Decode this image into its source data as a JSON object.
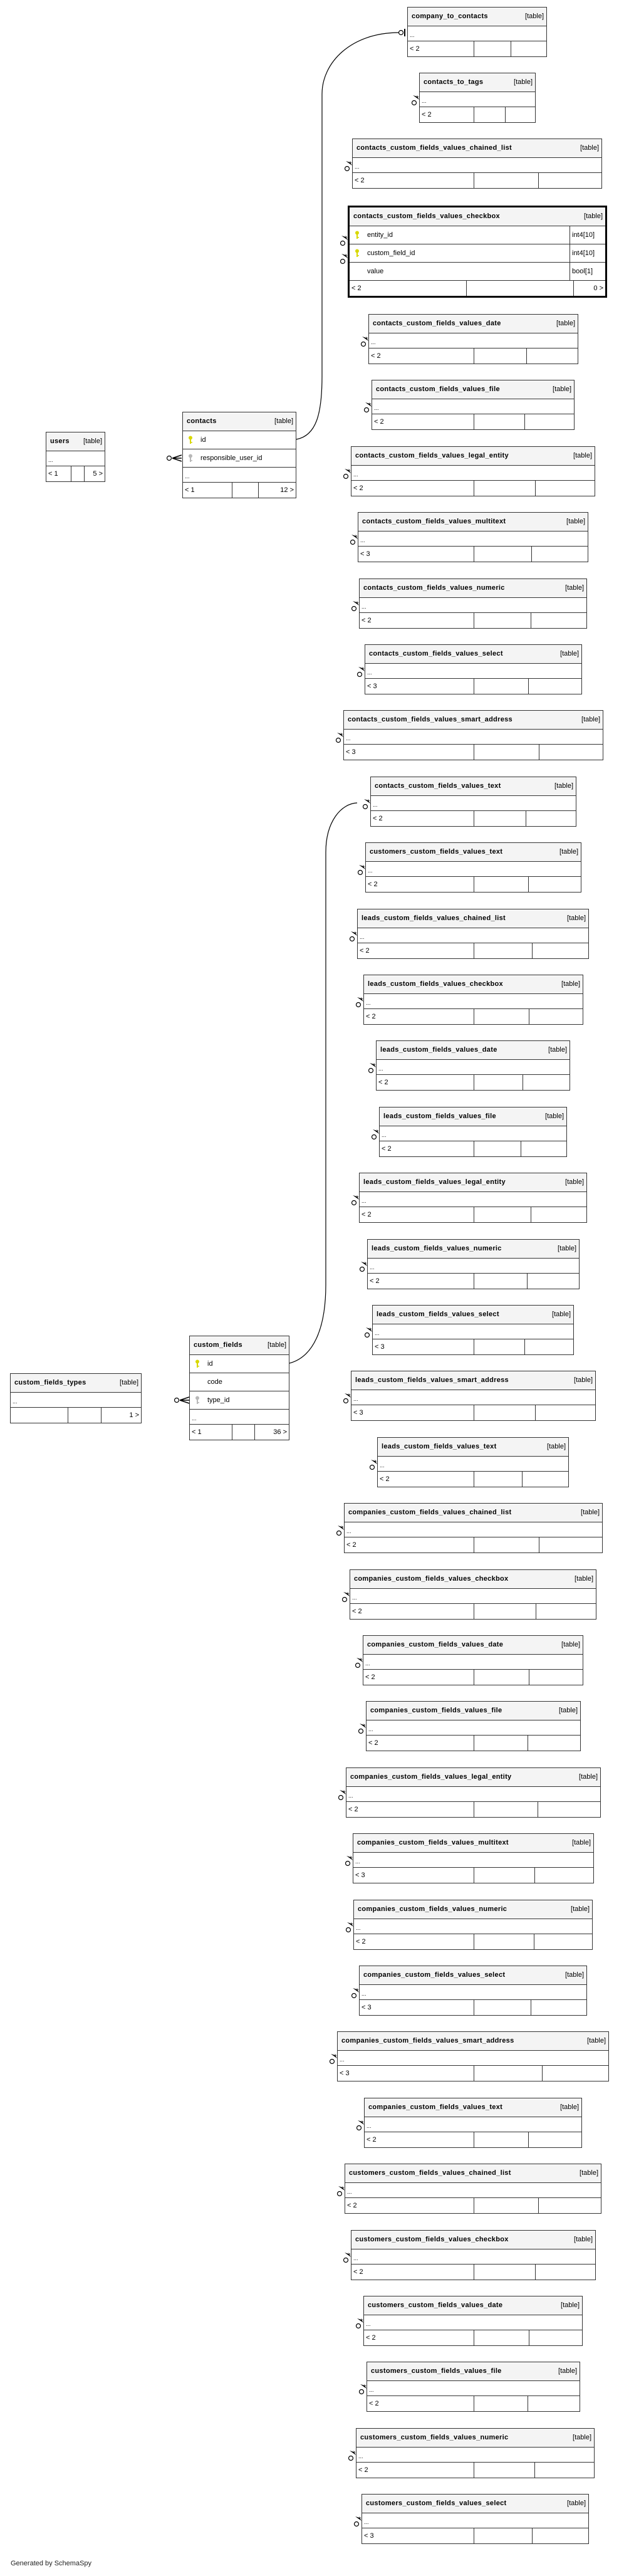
{
  "footer_text": "Generated by SchemaSpy",
  "colors": {
    "pk_key": "#d8d800",
    "fk_key": "#b8b8b8",
    "header_bg": "#f4f4f4",
    "border": "#333333"
  },
  "tables": [
    {
      "name": "company_to_contacts",
      "type_label": "[table]",
      "columns": [],
      "ellipsis": "...",
      "footer": {
        "left": "< 2",
        "right": ""
      }
    },
    {
      "name": "contacts_to_tags",
      "type_label": "[table]",
      "columns": [],
      "ellipsis": "...",
      "footer": {
        "left": "< 2",
        "right": ""
      }
    },
    {
      "name": "contacts_custom_fields_values_chained_list",
      "type_label": "[table]",
      "columns": [],
      "ellipsis": "...",
      "footer": {
        "left": "< 2",
        "right": ""
      }
    },
    {
      "name": "contacts_custom_fields_values_checkbox",
      "type_label": "[table]",
      "columns": [
        {
          "name": "entity_id",
          "type": "int4[10]",
          "key": "pk"
        },
        {
          "name": "custom_field_id",
          "type": "int4[10]",
          "key": "pk"
        },
        {
          "name": "value",
          "type": "bool[1]",
          "key": ""
        }
      ],
      "ellipsis": "",
      "footer": {
        "left": "< 2",
        "right": "0 >"
      }
    },
    {
      "name": "contacts_custom_fields_values_date",
      "type_label": "[table]",
      "columns": [],
      "ellipsis": "...",
      "footer": {
        "left": "< 2",
        "right": ""
      }
    },
    {
      "name": "contacts_custom_fields_values_file",
      "type_label": "[table]",
      "columns": [],
      "ellipsis": "...",
      "footer": {
        "left": "< 2",
        "right": ""
      }
    },
    {
      "name": "contacts_custom_fields_values_legal_entity",
      "type_label": "[table]",
      "columns": [],
      "ellipsis": "...",
      "footer": {
        "left": "< 2",
        "right": ""
      }
    },
    {
      "name": "contacts_custom_fields_values_multitext",
      "type_label": "[table]",
      "columns": [],
      "ellipsis": "...",
      "footer": {
        "left": "< 3",
        "right": ""
      }
    },
    {
      "name": "contacts_custom_fields_values_numeric",
      "type_label": "[table]",
      "columns": [],
      "ellipsis": "...",
      "footer": {
        "left": "< 2",
        "right": ""
      }
    },
    {
      "name": "contacts_custom_fields_values_select",
      "type_label": "[table]",
      "columns": [],
      "ellipsis": "...",
      "footer": {
        "left": "< 3",
        "right": ""
      }
    },
    {
      "name": "contacts_custom_fields_values_smart_address",
      "type_label": "[table]",
      "columns": [],
      "ellipsis": "...",
      "footer": {
        "left": "< 3",
        "right": ""
      }
    },
    {
      "name": "contacts_custom_fields_values_text",
      "type_label": "[table]",
      "columns": [],
      "ellipsis": "...",
      "footer": {
        "left": "< 2",
        "right": ""
      }
    },
    {
      "name": "customers_custom_fields_values_text",
      "type_label": "[table]",
      "columns": [],
      "ellipsis": "...",
      "footer": {
        "left": "< 2",
        "right": ""
      }
    },
    {
      "name": "leads_custom_fields_values_chained_list",
      "type_label": "[table]",
      "columns": [],
      "ellipsis": "...",
      "footer": {
        "left": "< 2",
        "right": ""
      }
    },
    {
      "name": "leads_custom_fields_values_checkbox",
      "type_label": "[table]",
      "columns": [],
      "ellipsis": "...",
      "footer": {
        "left": "< 2",
        "right": ""
      }
    },
    {
      "name": "leads_custom_fields_values_date",
      "type_label": "[table]",
      "columns": [],
      "ellipsis": "...",
      "footer": {
        "left": "< 2",
        "right": ""
      }
    },
    {
      "name": "leads_custom_fields_values_file",
      "type_label": "[table]",
      "columns": [],
      "ellipsis": "...",
      "footer": {
        "left": "< 2",
        "right": ""
      }
    },
    {
      "name": "leads_custom_fields_values_legal_entity",
      "type_label": "[table]",
      "columns": [],
      "ellipsis": "...",
      "footer": {
        "left": "< 2",
        "right": ""
      }
    },
    {
      "name": "leads_custom_fields_values_numeric",
      "type_label": "[table]",
      "columns": [],
      "ellipsis": "...",
      "footer": {
        "left": "< 2",
        "right": ""
      }
    },
    {
      "name": "leads_custom_fields_values_select",
      "type_label": "[table]",
      "columns": [],
      "ellipsis": "...",
      "footer": {
        "left": "< 3",
        "right": ""
      }
    },
    {
      "name": "leads_custom_fields_values_smart_address",
      "type_label": "[table]",
      "columns": [],
      "ellipsis": "...",
      "footer": {
        "left": "< 3",
        "right": ""
      }
    },
    {
      "name": "leads_custom_fields_values_text",
      "type_label": "[table]",
      "columns": [],
      "ellipsis": "...",
      "footer": {
        "left": "< 2",
        "right": ""
      }
    },
    {
      "name": "companies_custom_fields_values_chained_list",
      "type_label": "[table]",
      "columns": [],
      "ellipsis": "...",
      "footer": {
        "left": "< 2",
        "right": ""
      }
    },
    {
      "name": "companies_custom_fields_values_checkbox",
      "type_label": "[table]",
      "columns": [],
      "ellipsis": "...",
      "footer": {
        "left": "< 2",
        "right": ""
      }
    },
    {
      "name": "companies_custom_fields_values_date",
      "type_label": "[table]",
      "columns": [],
      "ellipsis": "...",
      "footer": {
        "left": "< 2",
        "right": ""
      }
    },
    {
      "name": "companies_custom_fields_values_file",
      "type_label": "[table]",
      "columns": [],
      "ellipsis": "...",
      "footer": {
        "left": "< 2",
        "right": ""
      }
    },
    {
      "name": "companies_custom_fields_values_legal_entity",
      "type_label": "[table]",
      "columns": [],
      "ellipsis": "...",
      "footer": {
        "left": "< 2",
        "right": ""
      }
    },
    {
      "name": "companies_custom_fields_values_multitext",
      "type_label": "[table]",
      "columns": [],
      "ellipsis": "...",
      "footer": {
        "left": "< 3",
        "right": ""
      }
    },
    {
      "name": "companies_custom_fields_values_numeric",
      "type_label": "[table]",
      "columns": [],
      "ellipsis": "...",
      "footer": {
        "left": "< 2",
        "right": ""
      }
    },
    {
      "name": "companies_custom_fields_values_select",
      "type_label": "[table]",
      "columns": [],
      "ellipsis": "...",
      "footer": {
        "left": "< 3",
        "right": ""
      }
    },
    {
      "name": "companies_custom_fields_values_smart_address",
      "type_label": "[table]",
      "columns": [],
      "ellipsis": "...",
      "footer": {
        "left": "< 3",
        "right": ""
      }
    },
    {
      "name": "companies_custom_fields_values_text",
      "type_label": "[table]",
      "columns": [],
      "ellipsis": "...",
      "footer": {
        "left": "< 2",
        "right": ""
      }
    },
    {
      "name": "customers_custom_fields_values_chained_list",
      "type_label": "[table]",
      "columns": [],
      "ellipsis": "...",
      "footer": {
        "left": "< 2",
        "right": ""
      }
    },
    {
      "name": "customers_custom_fields_values_checkbox",
      "type_label": "[table]",
      "columns": [],
      "ellipsis": "...",
      "footer": {
        "left": "< 2",
        "right": ""
      }
    },
    {
      "name": "customers_custom_fields_values_date",
      "type_label": "[table]",
      "columns": [],
      "ellipsis": "...",
      "footer": {
        "left": "< 2",
        "right": ""
      }
    },
    {
      "name": "customers_custom_fields_values_file",
      "type_label": "[table]",
      "columns": [],
      "ellipsis": "...",
      "footer": {
        "left": "< 2",
        "right": ""
      }
    },
    {
      "name": "customers_custom_fields_values_numeric",
      "type_label": "[table]",
      "columns": [],
      "ellipsis": "...",
      "footer": {
        "left": "< 2",
        "right": ""
      }
    },
    {
      "name": "customers_custom_fields_values_select",
      "type_label": "[table]",
      "columns": [],
      "ellipsis": "...",
      "footer": {
        "left": "< 3",
        "right": ""
      }
    },
    {
      "name": "users",
      "type_label": "[table]",
      "columns": [],
      "ellipsis": "...",
      "footer": {
        "left": "< 1",
        "right": "5 >"
      }
    },
    {
      "name": "contacts",
      "type_label": "[table]",
      "columns": [
        {
          "name": "id",
          "type": "",
          "key": "pk"
        },
        {
          "name": "responsible_user_id",
          "type": "",
          "key": "fk"
        }
      ],
      "ellipsis": "...",
      "footer": {
        "left": "< 1",
        "right": "12 >"
      }
    },
    {
      "name": "custom_fields_types",
      "type_label": "[table]",
      "columns": [],
      "ellipsis": "...",
      "footer": {
        "left": "",
        "right": "1 >"
      }
    },
    {
      "name": "custom_fields",
      "type_label": "[table]",
      "columns": [
        {
          "name": "id",
          "type": "",
          "key": "pk"
        },
        {
          "name": "code",
          "type": "",
          "key": ""
        },
        {
          "name": "type_id",
          "type": "",
          "key": "fk"
        }
      ],
      "ellipsis": "...",
      "footer": {
        "left": "< 1",
        "right": "36 >"
      }
    }
  ]
}
